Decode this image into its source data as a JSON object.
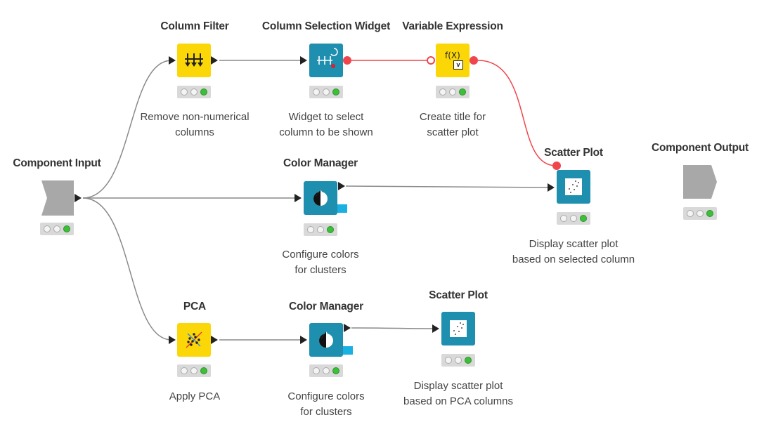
{
  "nodes": {
    "column_filter": {
      "title": "Column Filter",
      "desc": [
        "Remove non-numerical",
        "columns"
      ]
    },
    "column_selection_widget": {
      "title": "Column Selection Widget",
      "desc": [
        "Widget to select",
        "column to be shown"
      ]
    },
    "variable_expression": {
      "title": "Variable Expression",
      "desc": [
        "Create title for",
        "scatter plot"
      ],
      "icon_text": "f(X)",
      "icon_badge": "v"
    },
    "component_input": {
      "title": "Component Input"
    },
    "color_manager_1": {
      "title": "Color Manager",
      "desc": [
        "Configure colors",
        "for clusters"
      ]
    },
    "scatter_plot_1": {
      "title": "Scatter Plot",
      "desc": [
        "Display scatter plot",
        "based on selected column"
      ]
    },
    "component_output": {
      "title": "Component Output"
    },
    "pca": {
      "title": "PCA",
      "desc": [
        "Apply PCA"
      ]
    },
    "color_manager_2": {
      "title": "Color Manager",
      "desc": [
        "Configure colors",
        "for clusters"
      ]
    },
    "scatter_plot_2": {
      "title": "Scatter Plot",
      "desc": [
        "Display scatter plot",
        "based on PCA columns"
      ]
    }
  },
  "colors": {
    "node_yellow": "#fcd708",
    "node_teal": "#1e8fae",
    "flow_variable": "#f0454d",
    "status_green": "#3dbf3a",
    "connection_gray": "#888888"
  }
}
